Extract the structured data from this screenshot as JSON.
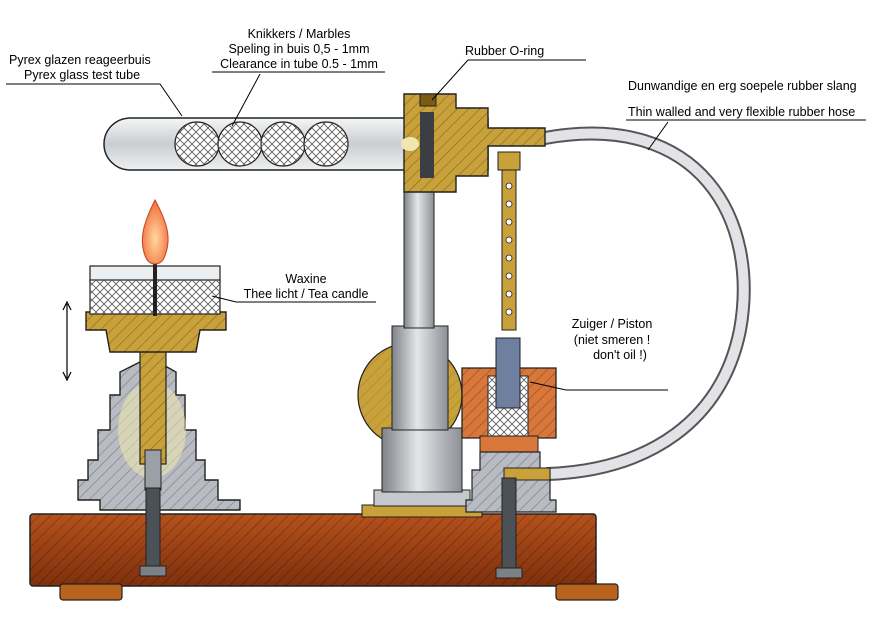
{
  "labels": {
    "test_tube_nl": "Pyrex glazen reageerbuis",
    "test_tube_en": "Pyrex glass test tube",
    "marbles_title": "Knikkers / Marbles",
    "marbles_clearance_nl": "Speling in buis 0,5 - 1mm",
    "marbles_clearance_en": "Clearance in tube 0.5 - 1mm",
    "o_ring": "Rubber O-ring",
    "hose_nl": "Dunwandige en erg soepele rubber slang",
    "hose_en": "Thin walled and very flexible rubber hose",
    "candle_title": "Waxine",
    "candle_sub": "Thee licht / Tea candle",
    "piston_title": "Zuiger / Piston",
    "piston_note1": "(niet smeren !",
    "piston_note2": "don't oil !)"
  },
  "colors": {
    "wood": "#9a3f12",
    "wood_dark": "#6a2608",
    "brass": "#c9a13a",
    "brass_dark": "#7a5a14",
    "copper": "#d9773a",
    "steel": "#a9adb3",
    "glass": "#dfe3e6",
    "hose": "#d7d9dc",
    "flame": "#f27a4a"
  }
}
